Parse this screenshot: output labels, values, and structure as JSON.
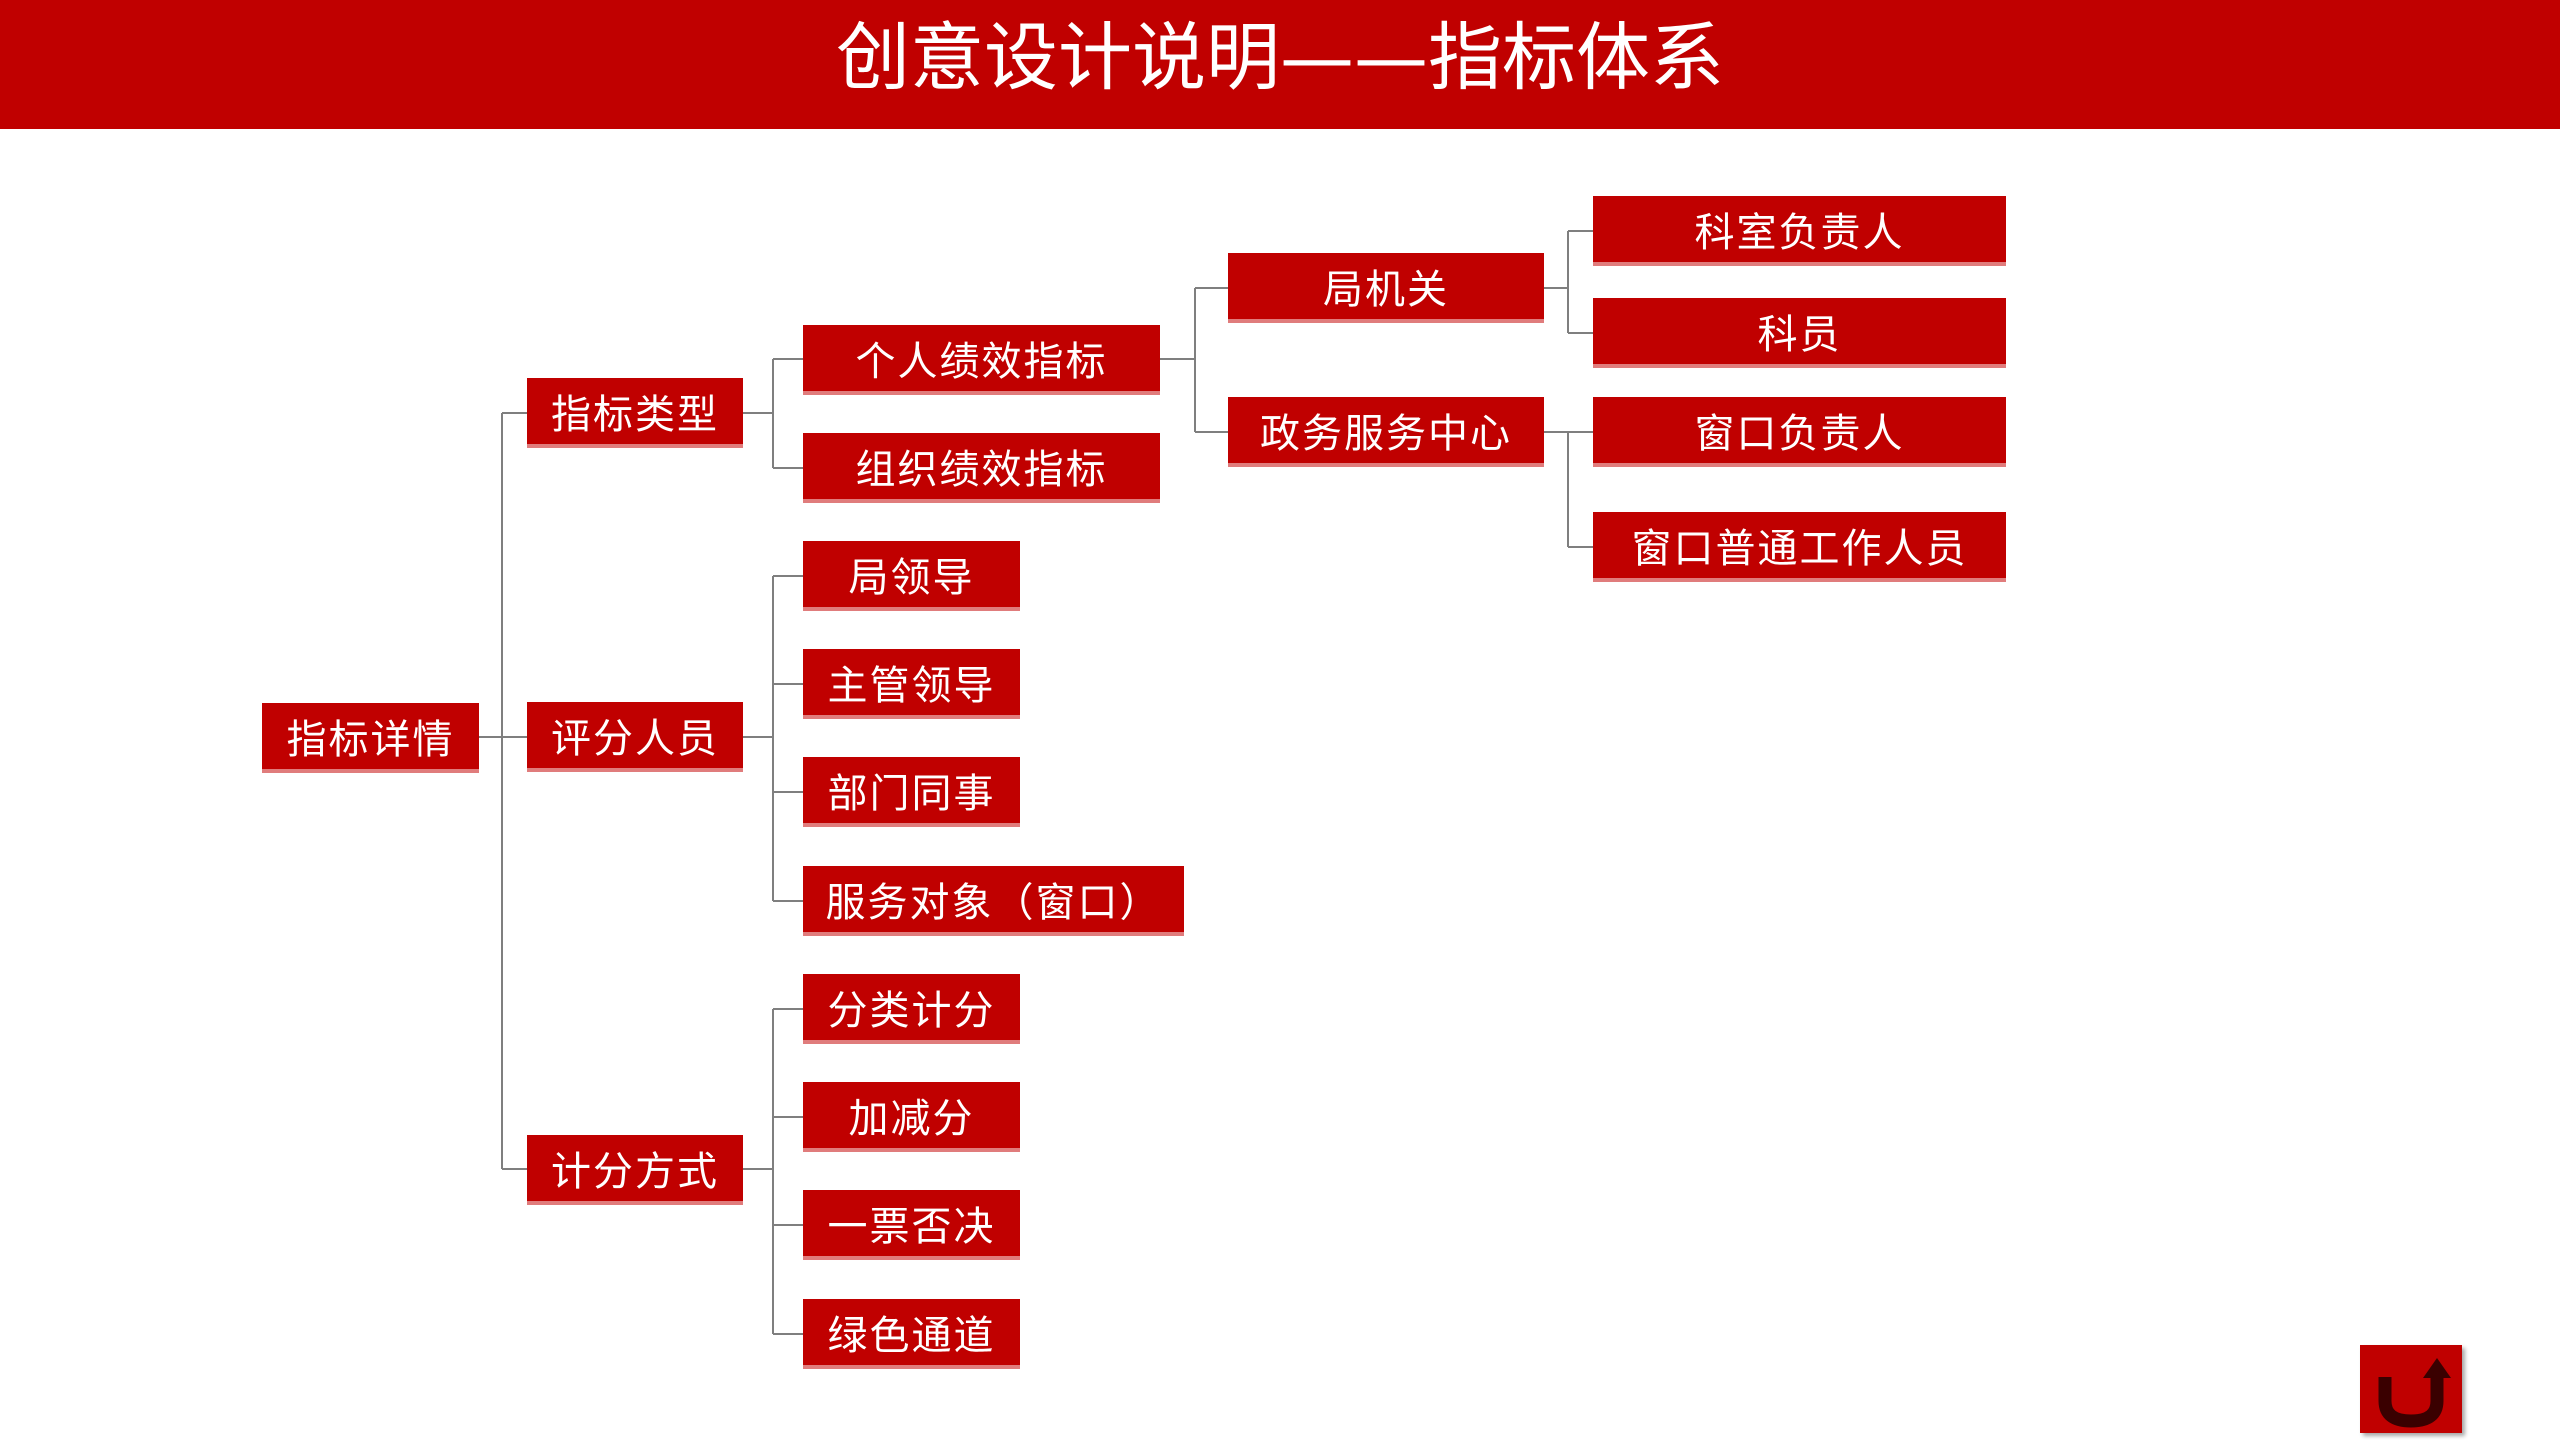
{
  "header": {
    "title": "创意设计说明——指标体系"
  },
  "tree": {
    "root": "指标详情",
    "level1": [
      "指标类型",
      "评分人员",
      "计分方式"
    ],
    "indicator_types": [
      "个人绩效指标",
      "组织绩效指标"
    ],
    "raters": [
      "局领导",
      "主管领导",
      "部门同事",
      "服务对象（窗口）"
    ],
    "scoring_methods": [
      "分类计分",
      "加减分",
      "一票否决",
      "绿色通道"
    ],
    "personal_groups": [
      "局机关",
      "政务服务中心"
    ],
    "bureau_roles": [
      "科室负责人",
      "科员"
    ],
    "center_roles": [
      "窗口负责人",
      "窗口普通工作人员"
    ]
  },
  "colors": {
    "accent": "#c00000",
    "connector": "#7f7f7f"
  },
  "icons": {
    "back": "u-turn-arrow-icon"
  }
}
